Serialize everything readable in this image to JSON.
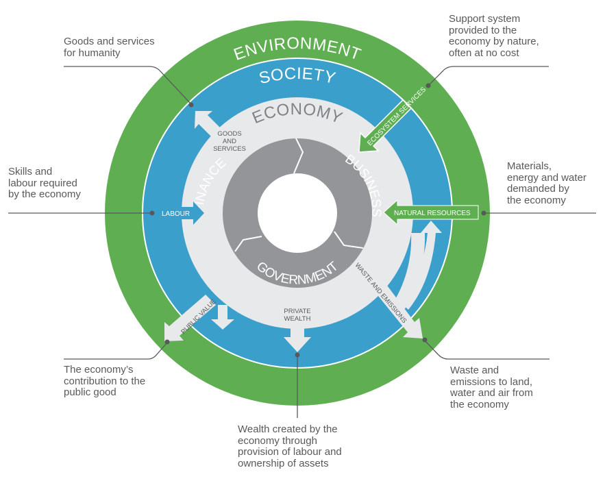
{
  "colors": {
    "environment": "#5faf52",
    "society": "#3b9fcb",
    "economy": "#e8e9ea",
    "core": "#939598",
    "text_dark": "#58595b",
    "white": "#ffffff"
  },
  "rings": {
    "environment": "ENVIRONMENT",
    "society": "SOCIETY",
    "economy": "ECONOMY"
  },
  "core_segments": {
    "finance": "FINANCE",
    "business": "BUSINESS",
    "government": "GOVERNMENT"
  },
  "flows": {
    "goods_and_services": [
      "GOODS",
      "AND",
      "SERVICES"
    ],
    "labour": "LABOUR",
    "ecosystem_services": "ECOSYSTEM SERVICES",
    "natural_resources": "NATURAL RESOURCES",
    "public_value": "PUBLIC VALUE",
    "private_wealth": [
      "PRIVATE",
      "WEALTH"
    ],
    "waste_and_emissions": "WASTE AND EMISSIONS"
  },
  "annotations": {
    "goods": "Goods and services\nfor humanity",
    "ecosystem": "Support system\nprovided to the\neconomy by nature,\noften at no cost",
    "labour": "Skills and\nlabour required\nby the economy",
    "resources": "Materials,\nenergy and water\ndemanded by\nthe economy",
    "public_value": "The economy’s\ncontribution to the\npublic good",
    "waste": "Waste and\nemissions to land,\nwater and air from\nthe economy",
    "wealth": "Wealth created by the\neconomy through\nprovision of labour and\nownership of assets"
  }
}
